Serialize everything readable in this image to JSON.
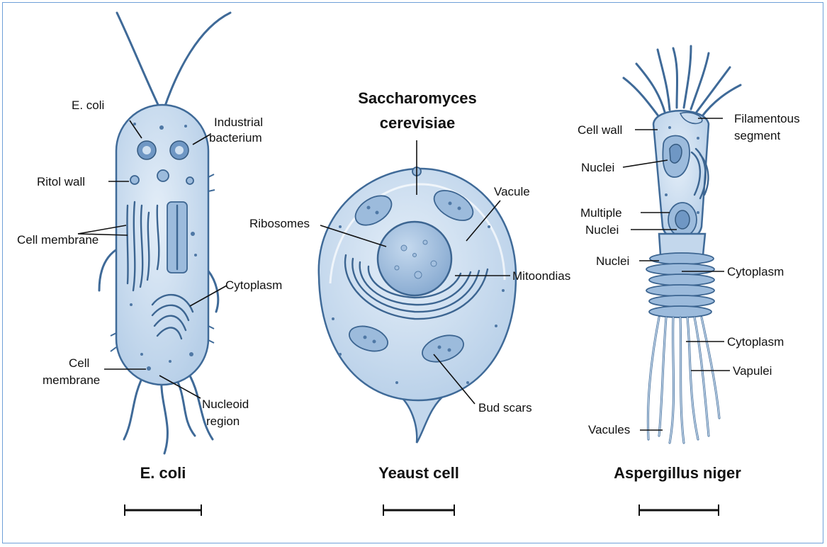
{
  "ecoli": {
    "title": "E. coli",
    "labels": {
      "ecoli": "E. coli",
      "industrial_1": "Industrial",
      "industrial_2": "bacterium",
      "ritol_wall": "Ritol wall",
      "cell_membrane_upper": "Cell membrane",
      "cytoplasm": "Cytoplasm",
      "cell_membrane_1": "Cell",
      "cell_membrane_2": "membrane",
      "nucleoid_1": "Nucleoid",
      "nucleoid_2": "region"
    }
  },
  "yeast": {
    "heading_1": "Saccharomyces",
    "heading_2": "cerevisiae",
    "title": "Yeaust cell",
    "labels": {
      "ribosomes": "Ribosomes",
      "vacule": "Vacule",
      "mitoondias": "Mitoondias",
      "bud_scars": "Bud scars"
    }
  },
  "aspergillus": {
    "title": "Aspergillus niger",
    "labels": {
      "filamentous_1": "Filamentous",
      "filamentous_2": "segment",
      "cell_wall": "Cell wall",
      "nuclei_1": "Nuclei",
      "multiple_1": "Multiple",
      "multiple_2": "Nuclei",
      "nuclei_2": "Nuclei",
      "cytoplasm_1": "Cytoplasm",
      "cytoplasm_2": "Cytoplasm",
      "vapulei": "Vapulei",
      "vacules": "Vacules"
    }
  },
  "colors": {
    "frame": "#6fa0d8",
    "cell_fill": "#cfe0f1",
    "outline": "#3f6a98"
  }
}
